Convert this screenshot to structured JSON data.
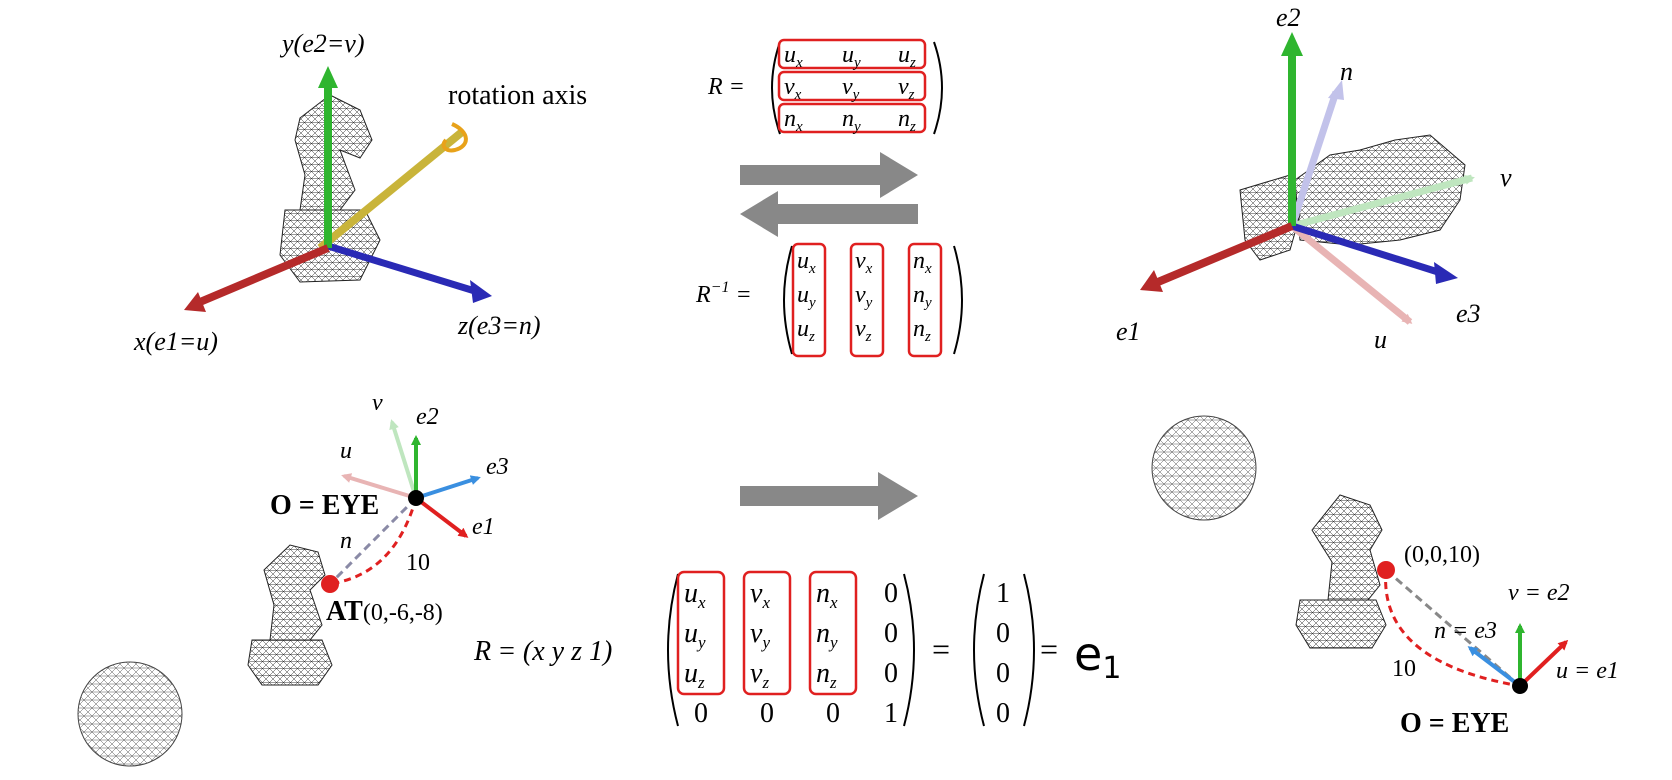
{
  "colors": {
    "x_axis": "#b52a2a",
    "y_axis": "#2fb52f",
    "z_axis": "#2a2ab5",
    "rotation_axis": "#c9b43a",
    "rotation_arrow": "#e8a21a",
    "highlight": "#e02020",
    "big_arrow": "#888888",
    "e3_arrow": "#3a8fe0",
    "wireframe": "#222222"
  },
  "top_left": {
    "y_label": "y(e2=v)",
    "x_label": "x(e1=u)",
    "z_label": "z(e3=n)",
    "rotation_axis_label": "rotation axis"
  },
  "top_center": {
    "r_label": "R =",
    "r_rows": [
      [
        "u",
        "x",
        "u",
        "y",
        "u",
        "z"
      ],
      [
        "v",
        "x",
        "v",
        "y",
        "v",
        "z"
      ],
      [
        "n",
        "x",
        "n",
        "y",
        "n",
        "z"
      ]
    ],
    "rinv_label": "R",
    "rinv_sup": "−1",
    "rinv_eq": "=",
    "rinv_cols": [
      [
        "u",
        "x",
        "u",
        "y",
        "u",
        "z"
      ],
      [
        "v",
        "x",
        "v",
        "y",
        "v",
        "z"
      ],
      [
        "n",
        "x",
        "n",
        "y",
        "n",
        "z"
      ]
    ]
  },
  "top_right": {
    "e2": "e2",
    "n": "n",
    "v": "v",
    "e1": "e1",
    "e3": "e3",
    "u": "u"
  },
  "bottom_left": {
    "v": "v",
    "e2": "e2",
    "u": "u",
    "e3": "e3",
    "eye": "O = EYE",
    "n": "n",
    "e1": "e1",
    "ten": "10",
    "at_bold": "AT",
    "at_coords": "(0,-6,-8)"
  },
  "bottom_center": {
    "r_label": "R",
    "r_eq": "=",
    "row_vector": "(x y z 1)",
    "eq2": "=",
    "eq3": "=",
    "result_col": [
      "1",
      "0",
      "0",
      "0"
    ],
    "e1_base": "e",
    "e1_sub": "1",
    "zero": "0",
    "one": "1"
  },
  "bottom_right": {
    "coords": "(0,0,10)",
    "v_e2": "v = e2",
    "n_e3": "n = e3",
    "u_e1": "u = e1",
    "ten": "10",
    "eye": "O = EYE"
  }
}
